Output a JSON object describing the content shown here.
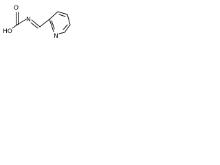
{
  "atoms": {
    "carbonyl_o": "O",
    "hydroxyl": "HO",
    "imine_n": "N",
    "ring_n": "N"
  },
  "colors": {
    "bond": "#000000",
    "text": "#000000",
    "background": "#ffffff"
  }
}
